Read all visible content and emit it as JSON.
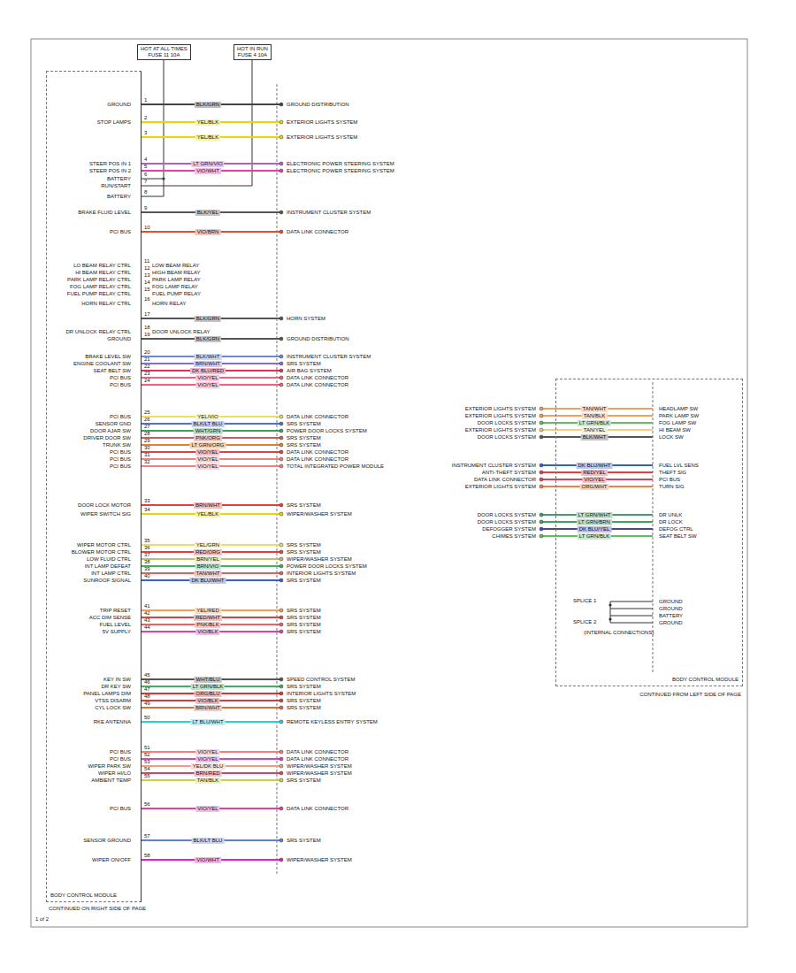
{
  "diagram": {
    "nodes": [
      {
        "text": [
          "HOT AT ALL TIMES",
          "FUSE 11 10A"
        ]
      },
      {
        "text": [
          "HOT IN RUN",
          "FUSE 4 10A"
        ]
      },
      {
        "text": [
          "BODY CONTROL MODULE"
        ]
      },
      {
        "text": [
          "BODY CONTROL MODULE"
        ]
      }
    ],
    "labels": [
      "GROUND",
      "1",
      "BLK/GRN",
      "GROUND DISTRIBUTION",
      "STOP LAMPS",
      "2",
      "YEL/BLK",
      "EXTERIOR LIGHTS SYSTEM",
      "3",
      "YEL/BLK",
      "EXTERIOR LIGHTS SYSTEM",
      "STEER POS IN 1",
      "4",
      "LT GRN/VIO",
      "ELECTRONIC POWER STEERING SYSTEM",
      "STEER POS IN 2",
      "5",
      "VIO/WHT",
      "ELECTRONIC POWER STEERING SYSTEM",
      "BATTERY",
      "6",
      "RUN/START",
      "7",
      "BATTERY",
      "8",
      "BRAKE FLUID LEVEL",
      "9",
      "BLK/YEL",
      "INSTRUMENT CLUSTER SYSTEM",
      "PCI BUS",
      "10",
      "VIO/BRN",
      "DATA LINK CONNECTOR",
      "LO BEAM RELAY CTRL",
      "11",
      "LOW BEAM RELAY",
      "HI BEAM RELAY CTRL",
      "12",
      "HIGH BEAM RELAY",
      "PARK LAMP RELAY CTRL",
      "13",
      "PARK LAMP RELAY",
      "FOG LAMP RELAY CTRL",
      "14",
      "FOG LAMP RELAY",
      "FUEL PUMP RELAY CTRL",
      "15",
      "FUEL PUMP RELAY",
      "HORN RELAY CTRL",
      "16",
      "HORN RELAY",
      "17",
      "BLK/GRN",
      "HORN SYSTEM",
      "DR UNLOCK RELAY CTRL",
      "18",
      "DOOR UNLOCK RELAY",
      "GROUND",
      "19",
      "BLK/GRN",
      "GROUND DISTRIBUTION",
      "BRAKE LEVEL SW",
      "20",
      "BLK/WHT",
      "INSTRUMENT CLUSTER SYSTEM",
      "ENGINE COOLANT SW",
      "21",
      "BRN/WHT",
      "SRS SYSTEM",
      "SEAT BELT SW",
      "22",
      "DK BLU/RED",
      "AIR BAG SYSTEM",
      "PCI BUS",
      "23",
      "VIO/YEL",
      "DATA LINK CONNECTOR",
      "PCI BUS",
      "24",
      "VIO/YEL",
      "DATA LINK CONNECTOR",
      "PCI BUS",
      "25",
      "YEL/VIO",
      "DATA LINK CONNECTOR",
      "SENSOR GND",
      "26",
      "BLK/LT BLU",
      "SRS SYSTEM",
      "DOOR AJAR SW",
      "27",
      "WHT/GRN",
      "POWER DOOR LOCKS SYSTEM",
      "DRIVER DOOR SW",
      "28",
      "PNK/ORG",
      "SRS SYSTEM",
      "TRUNK SW",
      "29",
      "LT GRN/ORG",
      "SRS SYSTEM",
      "PCI BUS",
      "30",
      "VIO/YEL",
      "DATA LINK CONNECTOR",
      "PCI BUS",
      "31",
      "VIO/YEL",
      "DATA LINK CONNECTOR",
      "PCI BUS",
      "32",
      "VIO/YEL",
      "TOTAL INTEGRATED POWER MODULE",
      "DOOR LOCK MOTOR",
      "33",
      "BRN/WHT",
      "SRS SYSTEM",
      "WIPER SWITCH SIG",
      "34",
      "YEL/BLK",
      "WIPER/WASHER SYSTEM",
      "WIPER MOTOR CTRL",
      "35",
      "YEL/GRN",
      "SRS SYSTEM",
      "BLOWER MOTOR CTRL",
      "36",
      "RED/ORG",
      "SRS SYSTEM",
      "LOW FLUID CTRL",
      "37",
      "BRN/YEL",
      "WIPER/WASHER SYSTEM",
      "INT LAMP DEFEAT",
      "38",
      "BRN/VIO",
      "POWER DOOR LOCKS SYSTEM",
      "INT LAMP CTRL",
      "39",
      "TAN/WHT",
      "INTERIOR LIGHTS SYSTEM",
      "SUNROOF SIGNAL",
      "40",
      "DK BLU/WHT",
      "SRS SYSTEM",
      "TRIP RESET",
      "41",
      "YEL/RED",
      "SRS SYSTEM",
      "ACC DIM SENSE",
      "42",
      "RED/WHT",
      "SRS SYSTEM",
      "FUEL LEVEL",
      "43",
      "PNK/BLK",
      "SRS SYSTEM",
      "5V SUPPLY",
      "44",
      "VIO/BLK",
      "SRS SYSTEM",
      "KEY IN SW",
      "45",
      "WHT/BLU",
      "SPEED CONTROL SYSTEM",
      "DR KEY SW",
      "46",
      "LT GRN/BLK",
      "SRS SYSTEM",
      "PANEL LAMPS DIM",
      "47",
      "ORG/BLU",
      "INTERIOR LIGHTS SYSTEM",
      "VTSS DISARM",
      "48",
      "VIO/BLK",
      "SRS SYSTEM",
      "CYL LOCK SW",
      "49",
      "BRN/WHT",
      "SRS SYSTEM",
      "RKE ANTENNA",
      "50",
      "LT BLU/WHT",
      "REMOTE KEYLESS ENTRY SYSTEM",
      "PCI BUS",
      "51",
      "VIO/YEL",
      "DATA LINK CONNECTOR",
      "PCI BUS",
      "52",
      "VIO/YEL",
      "DATA LINK CONNECTOR",
      "WIPER PARK SW",
      "53",
      "YEL/DK BLU",
      "WIPER/WASHER SYSTEM",
      "WIPER HI/LO",
      "54",
      "BRN/RED",
      "WIPER/WASHER SYSTEM",
      "AMBIENT TEMP",
      "55",
      "TAN/BLK",
      "SRS SYSTEM",
      "PCI BUS",
      "56",
      "VIO/YEL",
      "DATA LINK CONNECTOR",
      "SENSOR GROUND",
      "57",
      "BLK/LT BLU",
      "SRS SYSTEM",
      "WIPER ON/OFF",
      "58",
      "VIO/WHT",
      "WIPER/WASHER SYSTEM",
      "EXTERIOR LIGHTS SYSTEM",
      "TAN/WHT",
      "HEADLAMP SW",
      "EXTERIOR LIGHTS SYSTEM",
      "TAN/BLK",
      "PARK LAMP SW",
      "DOOR LOCKS SYSTEM",
      "LT GRN/BLK",
      "FOG LAMP SW",
      "EXTERIOR LIGHTS SYSTEM",
      "TAN/YEL",
      "HI BEAM SW",
      "DOOR LOCKS SYSTEM",
      "BLK/WHT",
      "LOCK SW",
      "INSTRUMENT CLUSTER SYSTEM",
      "DK BLU/WHT",
      "FUEL LVL SENS",
      "ANTI-THEFT SYSTEM",
      "RED/YEL",
      "THEFT SIG",
      "DATA LINK CONNECTOR",
      "VIO/YEL",
      "PCI BUS",
      "EXTERIOR LIGHTS SYSTEM",
      "ORG/WHT",
      "TURN SIG",
      "DOOR LOCKS SYSTEM",
      "LT GRN/WHT",
      "DR UNLK",
      "DOOR LOCKS SYSTEM",
      "LT GRN/BRN",
      "DR LOCK",
      "DEFOGGER SYSTEM",
      "DK BLU/YEL",
      "DEFOG CTRL",
      "CHIMES SYSTEM",
      "LT GRN/BLK",
      "SEAT BELT SW",
      "SPLICE 1",
      "SPLICE 2",
      "GROUND",
      "GROUND",
      "BATTERY",
      "GROUND",
      "(INTERNAL CONNECTIONS)",
      "CONTINUED ON RIGHT SIDE OF PAGE",
      "CONTINUED FROM LEFT SIDE OF PAGE",
      "1 of 2"
    ]
  }
}
